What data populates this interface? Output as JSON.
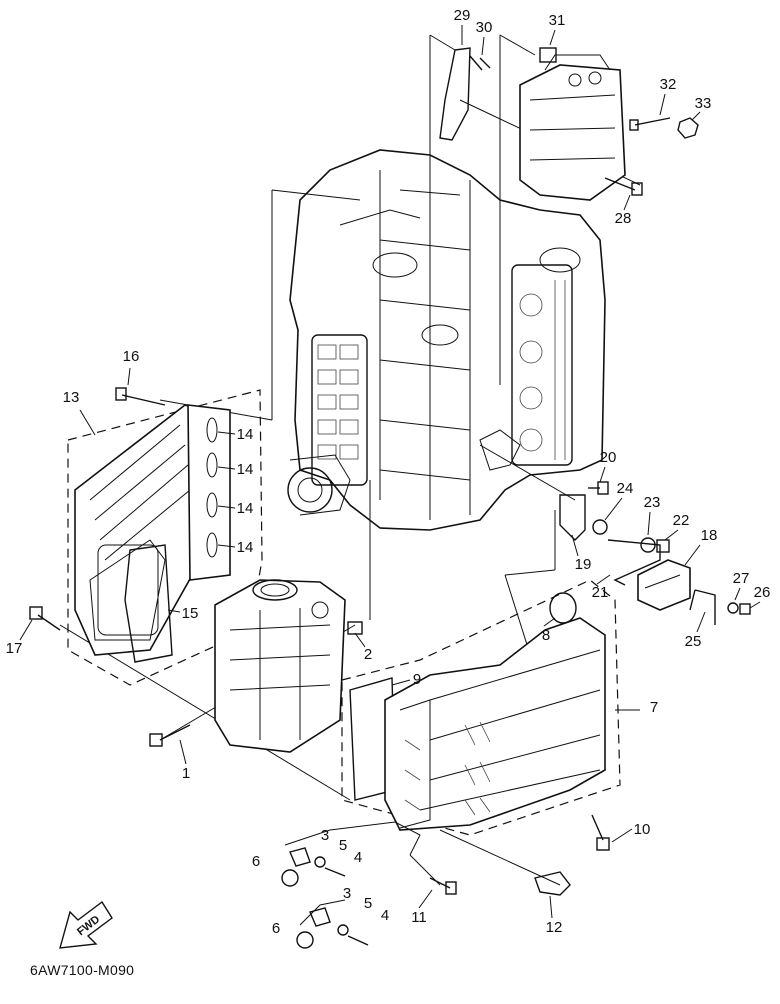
{
  "diagram": {
    "diagram_code": "6AW7100-M090",
    "fwd_label": "FWD",
    "callouts": {
      "c1": "1",
      "c2": "2",
      "c3a": "3",
      "c3b": "3",
      "c4a": "4",
      "c4b": "4",
      "c5a": "5",
      "c5b": "5",
      "c6a": "6",
      "c6b": "6",
      "c7": "7",
      "c8": "8",
      "c9": "9",
      "c10": "10",
      "c11": "11",
      "c12": "12",
      "c13": "13",
      "c14a": "14",
      "c14b": "14",
      "c14c": "14",
      "c14d": "14",
      "c15": "15",
      "c16": "16",
      "c17": "17",
      "c18": "18",
      "c19": "19",
      "c20": "20",
      "c21": "21",
      "c22": "22",
      "c23": "23",
      "c24": "24",
      "c25": "25",
      "c26": "26",
      "c27": "27",
      "c28": "28",
      "c29": "29",
      "c30": "30",
      "c31": "31",
      "c32": "32",
      "c33": "33"
    }
  }
}
